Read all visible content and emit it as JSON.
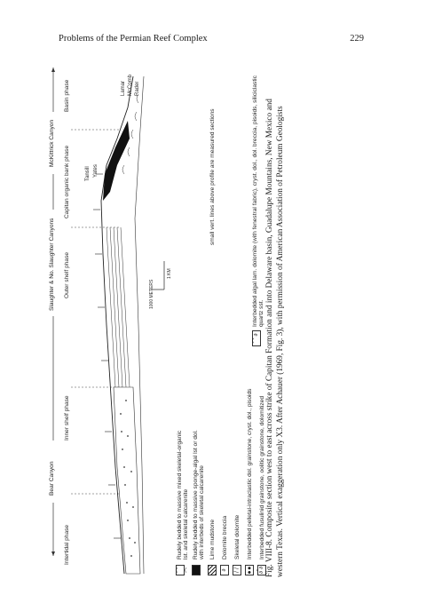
{
  "header": {
    "running_title": "Problems of the Permian Reef Complex",
    "page_number": "229"
  },
  "canyons": {
    "bear": "Bear Canyon",
    "slaughter": "Slaughter & No. Slaughter Canyons",
    "mckittrick": "McKittrick Canyon"
  },
  "phases": {
    "intertidal": "Intertidal phase",
    "inner_shelf": "Inner shelf phase",
    "outer_shelf": "Outer shelf phase",
    "capitan": "Capitan organic bank phase",
    "basin": "Basin phase"
  },
  "formations": {
    "tansill": "Tansill",
    "yates": "Yates",
    "lamar": "Lamar",
    "mccomb": "McComb",
    "rader": "Rader"
  },
  "scale": {
    "meters_label": "1000 METERS",
    "km_label": "1 KM"
  },
  "note": "small vert. lines above profile are measured sections",
  "legend": [
    {
      "symbol": "⌒ ⌒",
      "box": "plain",
      "text": "Rudely bedded to massive mixed skeletal-organic lst. and skeletal calcarenite"
    },
    {
      "symbol": "",
      "box": "black",
      "text": "Rudely bedded to massive sponge-algal lst or dol. with interbeds of skeletal calcarenite"
    },
    {
      "symbol": "",
      "box": "hatch",
      "text": "Lime mudstone"
    },
    {
      "symbol": "∂",
      "box": "plain",
      "text": "Dolomite breccia"
    },
    {
      "symbol": "/ /",
      "box": "plain",
      "text": "Skeletal dolomite"
    },
    {
      "symbol": "● ● ●",
      "box": "plain",
      "text": "Interbedded pelletal-intraclastic dol. grainstone, cryst. dol., pisoids"
    },
    {
      "symbol": "∂ ∂",
      "box": "plain",
      "text": "Interbedded fusulinid grainstone, oolitic grainstone, dolomitized"
    },
    {
      "symbol": "⌒ ∂",
      "box": "plain",
      "text": "Interbedded algal lam. dolomite (with fenestral fabric), cryst. dol., dol. breccia, pisoids, siliciclastic quartz sst."
    }
  ],
  "caption": {
    "line1": "Fig. VIII-8. Composite section west to east across strike of Capitan Formation and into Delaware basin, Guadalupe Mountains, New Mexico and",
    "line2": "western Texas. Vertical exaggeration only X3. After Achauer (1969, Fig. 3), with permission of American Association of Petroleum Geologists"
  }
}
